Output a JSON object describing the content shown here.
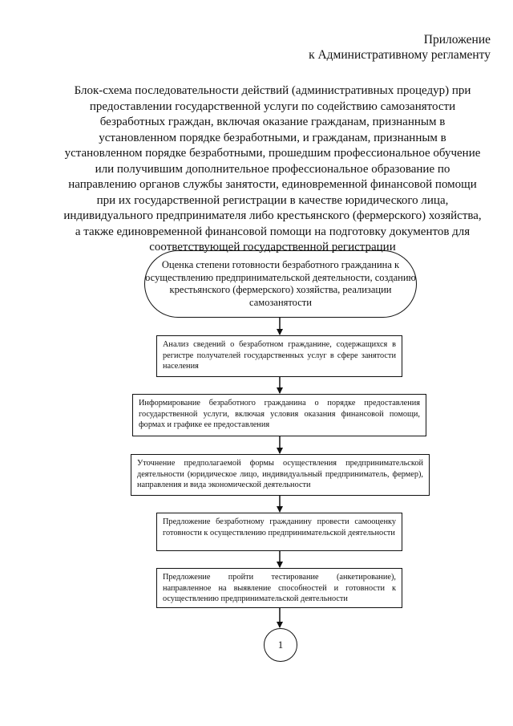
{
  "appendix": {
    "line1": "Приложение",
    "line2": "к Административному регламенту"
  },
  "title_lines": [
    "Блок-схема последовательности действий (административных процедур) при",
    "предоставлении государственной услуги по содействию самозанятости",
    "безработных граждан, включая оказание гражданам, признанным в",
    "установленном порядке безработными, и гражданам, признанным в",
    "установленном порядке безработными, прошедшим профессиональное обучение",
    "или получившим дополнительное профессиональное образование по",
    "направлению органов службы занятости, единовременной финансовой помощи",
    "при их государственной регистрации в качестве юридического лица,",
    "индивидуального предпринимателя либо крестьянского (фермерского) хозяйства,",
    "а также единовременной финансовой помощи на подготовку документов для",
    "соответствующей государственной регистрации"
  ],
  "flowchart": {
    "start": "Оценка степени готовности безработного гражданина к осуществлению предпринимательской деятельности, созданию крестьянского (фермерского) хозяйства, реализации самозанятости",
    "steps": [
      "Анализ сведений о безработном гражданине, содержащихся в регистре получателей государственных услуг в сфере занятости населения",
      "Информирование безработного гражданина о порядке предоставления государственной услуги, включая условия оказания финансовой помощи, формах и графике ее предоставления",
      "Уточнение предполагаемой формы осуществления предпринимательской деятельности (юридическое лицо, индивидуальный предприниматель, фермер), направления и вида экономической деятельности",
      "Предложение безработному гражданину провести самооценку готовности к осуществлению предпринимательской деятельности",
      "Предложение пройти тестирование (анкетирование), направленное на выявление способностей и готовности к осуществлению предпринимательской деятельности"
    ],
    "connector_label": "1"
  }
}
